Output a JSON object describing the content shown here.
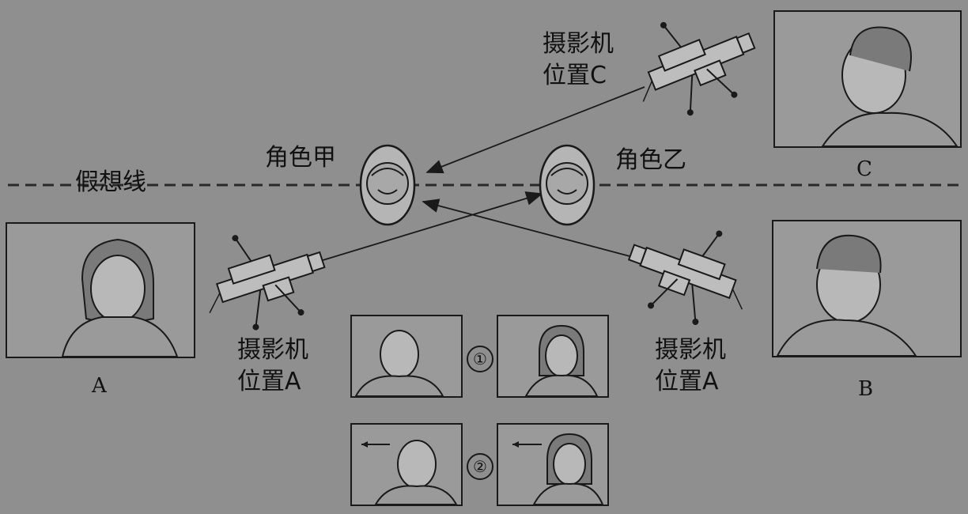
{
  "labels": {
    "imaginary_line": "假想线",
    "character_jia": "角色甲",
    "character_yi": "角色乙",
    "camera_c_line1": "摄影机",
    "camera_c_line2": "位置C",
    "camera_a_left_line1": "摄影机",
    "camera_a_left_line2": "位置A",
    "camera_a_right_line1": "摄影机",
    "camera_a_right_line2": "位置A",
    "frame_a": "A",
    "frame_b": "B",
    "frame_c": "C",
    "sequence_1": "①",
    "sequence_2": "②"
  },
  "colors": {
    "background": "#8f8f8f",
    "ink": "#111111",
    "frame_fill": "#9a9a9a"
  }
}
